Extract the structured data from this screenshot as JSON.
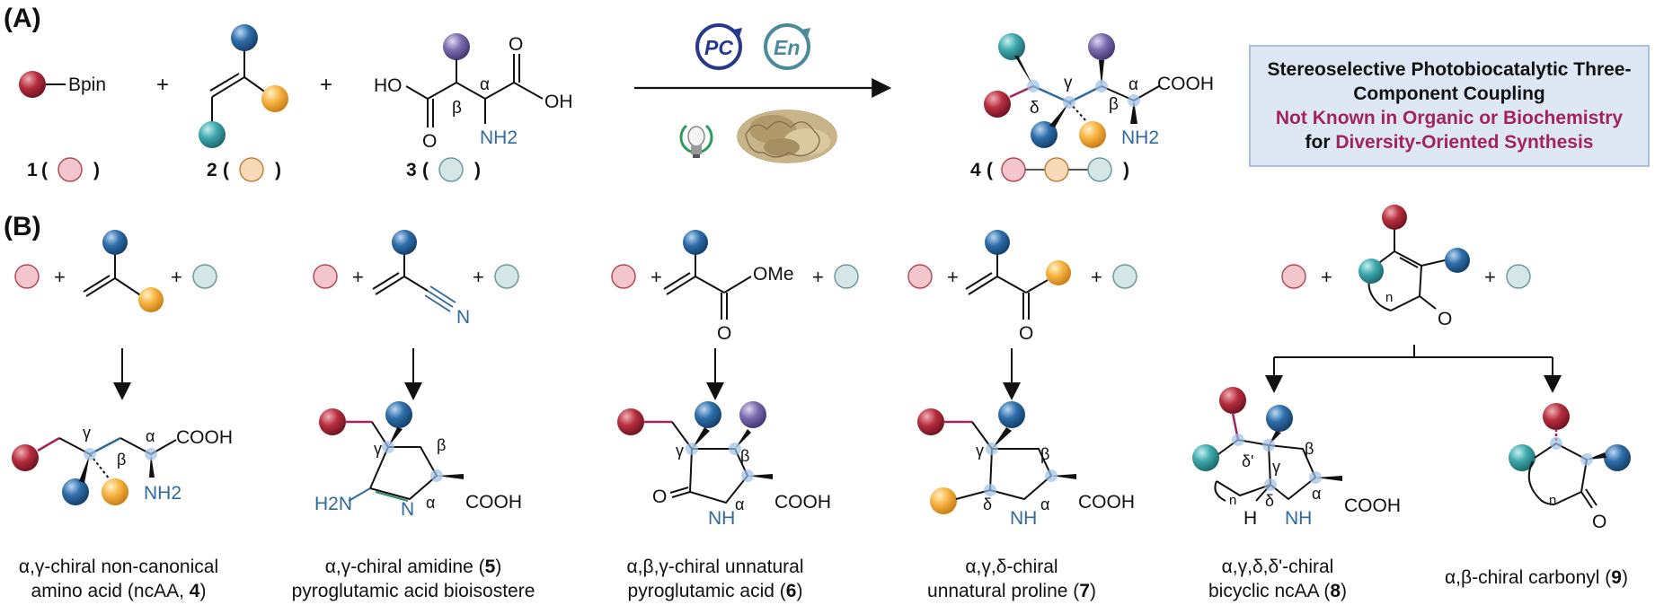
{
  "panel_a": {
    "label": "(A)",
    "bpin": "Bpin",
    "plus": "+",
    "acid": {
      "ho_left": "HO",
      "o_left": "O",
      "beta": "β",
      "alpha": "α",
      "oh_right": "OH",
      "o_right": "O",
      "nh2": "NH2"
    },
    "compound_labels": [
      {
        "num": "1",
        "open": "(",
        "close": ")"
      },
      {
        "num": "2",
        "open": "(",
        "close": ")"
      },
      {
        "num": "3",
        "open": "(",
        "close": ")"
      },
      {
        "num": "4",
        "open": "(",
        "close": ")"
      }
    ],
    "catalysts": {
      "pc": "PC",
      "en": "En"
    },
    "product": {
      "delta": "δ",
      "gamma": "γ",
      "beta": "β",
      "alpha": "α",
      "cooh": "COOH",
      "nh2": "NH2"
    }
  },
  "info_box": {
    "line1": "Stereoselective Photobiocatalytic Three-",
    "line2": "Component Coupling",
    "line3": "Not Known in Organic or Biochemistry",
    "line4_pre": "for ",
    "line4_em": "Diversity-Oriented Synthesis"
  },
  "panel_b": {
    "label": "(B)",
    "reagent_text": {
      "n": "N",
      "ome": "OMe",
      "o": "O",
      "n_ring": "n"
    },
    "products": [
      {
        "caption1": "α,γ-chiral non-canonical",
        "caption2_pre": "amino acid (ncAA, ",
        "caption2_bold": "4",
        "caption2_post": ")"
      },
      {
        "caption1_pre": "α,γ-chiral amidine (",
        "caption1_bold": "5",
        "caption1_post": ")",
        "caption2": "pyroglutamic acid bioisostere"
      },
      {
        "caption1": "α,β,γ-chiral unnatural",
        "caption2_pre": "pyroglutamic acid (",
        "caption2_bold": "6",
        "caption2_post": ")"
      },
      {
        "caption1": "α,γ,δ-chiral",
        "caption2_pre": "unnatural proline (",
        "caption2_bold": "7",
        "caption2_post": ")"
      },
      {
        "caption1": "α,γ,δ,δ'-chiral",
        "caption2_pre": "bicyclic ncAA (",
        "caption2_bold": "8",
        "caption2_post": ")"
      },
      {
        "caption1_pre": "α,β-chiral carbonyl (",
        "caption1_bold": "9",
        "caption1_post": ")"
      }
    ],
    "atom_labels": {
      "gamma": "γ",
      "beta": "β",
      "alpha": "α",
      "delta": "δ",
      "delta_prime": "δ'",
      "cooh": "COOH",
      "nh2": "NH2",
      "h2n": "H2N",
      "n": "N",
      "nh": "NH",
      "h": "H",
      "o": "O"
    }
  },
  "colors": {
    "red": "#a8283a",
    "orange": "#f2a93b",
    "teal": "#3aa1a8",
    "blue": "#2e6aa4",
    "purple": "#7a6aa8",
    "accent_magenta": "#a3245c",
    "box_fill": "#dde8f4"
  }
}
